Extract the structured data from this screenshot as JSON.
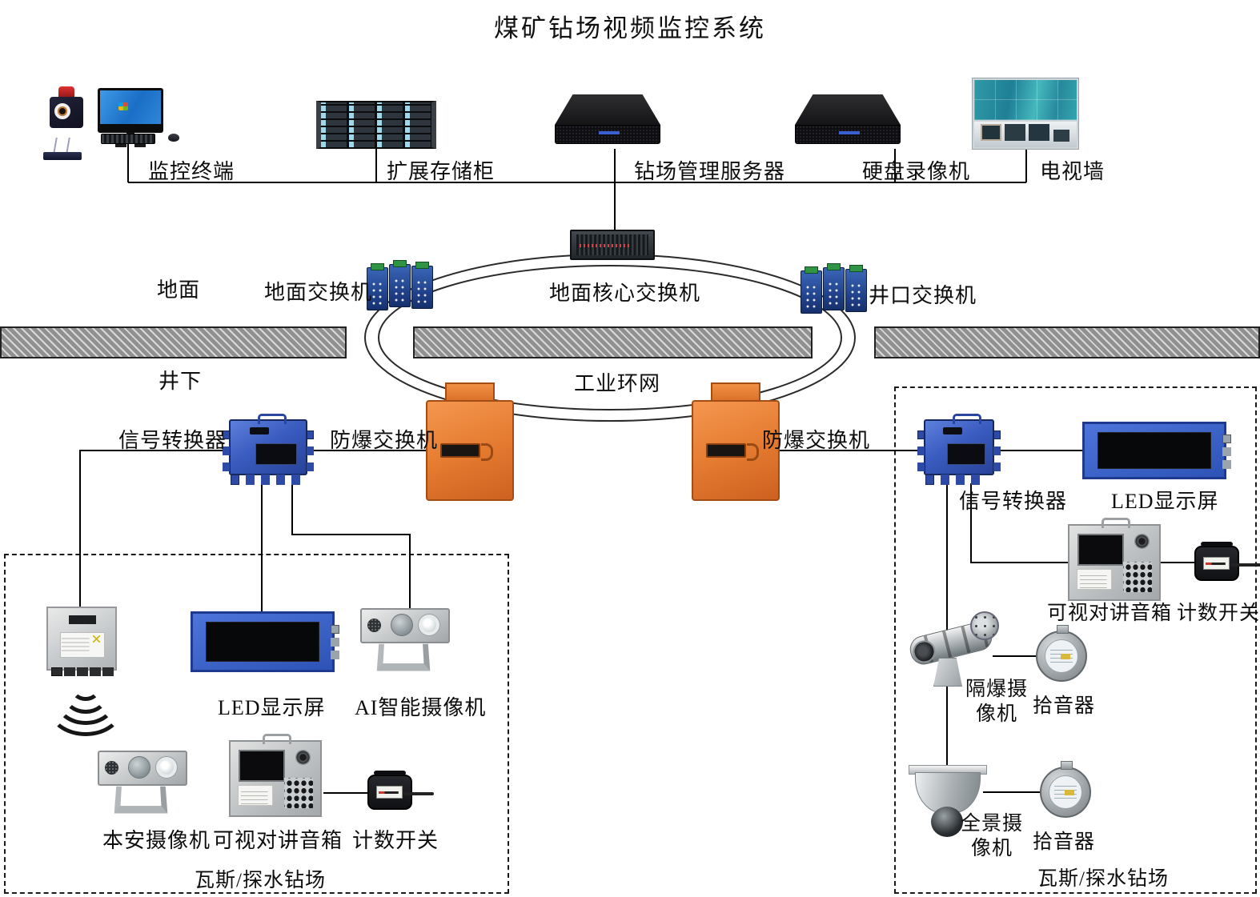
{
  "title": "煤矿钻场视频监控系统",
  "top": {
    "monitor_terminal": "监控终端",
    "storage_cabinet": "扩展存储柜",
    "management_server": "钻场管理服务器",
    "dvr": "硬盘录像机",
    "tv_wall": "电视墙"
  },
  "network": {
    "surface": "地面",
    "underground": "井下",
    "surface_switch": "地面交换机",
    "surface_core_switch": "地面核心交换机",
    "wellhead_switch": "井口交换机",
    "industrial_ring": "工业环网",
    "signal_converter_left": "信号转换器",
    "ex_proof_switch_left": "防爆交换机",
    "ex_proof_switch_right": "防爆交换机",
    "signal_converter_right": "信号转换器"
  },
  "left_site": {
    "led_display": "LED显示屏",
    "ai_camera": "AI智能摄像机",
    "intrinsic_safe_camera": "本安摄像机",
    "video_intercom": "可视对讲音箱",
    "count_switch": "计数开关",
    "site_name": "瓦斯/探水钻场"
  },
  "right_site": {
    "led_display": "LED显示屏",
    "video_intercom": "可视对讲音箱",
    "count_switch": "计数开关",
    "flameproof_camera": "隔爆摄像机",
    "sound_pickup_1": "拾音器",
    "panoramic_camera": "全景摄像机",
    "sound_pickup_2": "拾音器",
    "site_name": "瓦斯/探水钻场"
  },
  "colors": {
    "explosion_proof_orange": "#e57c31",
    "device_blue": "#3a5cc0",
    "led_frame_blue": "#2d53b6",
    "ring_line": "#2a2a2a"
  }
}
